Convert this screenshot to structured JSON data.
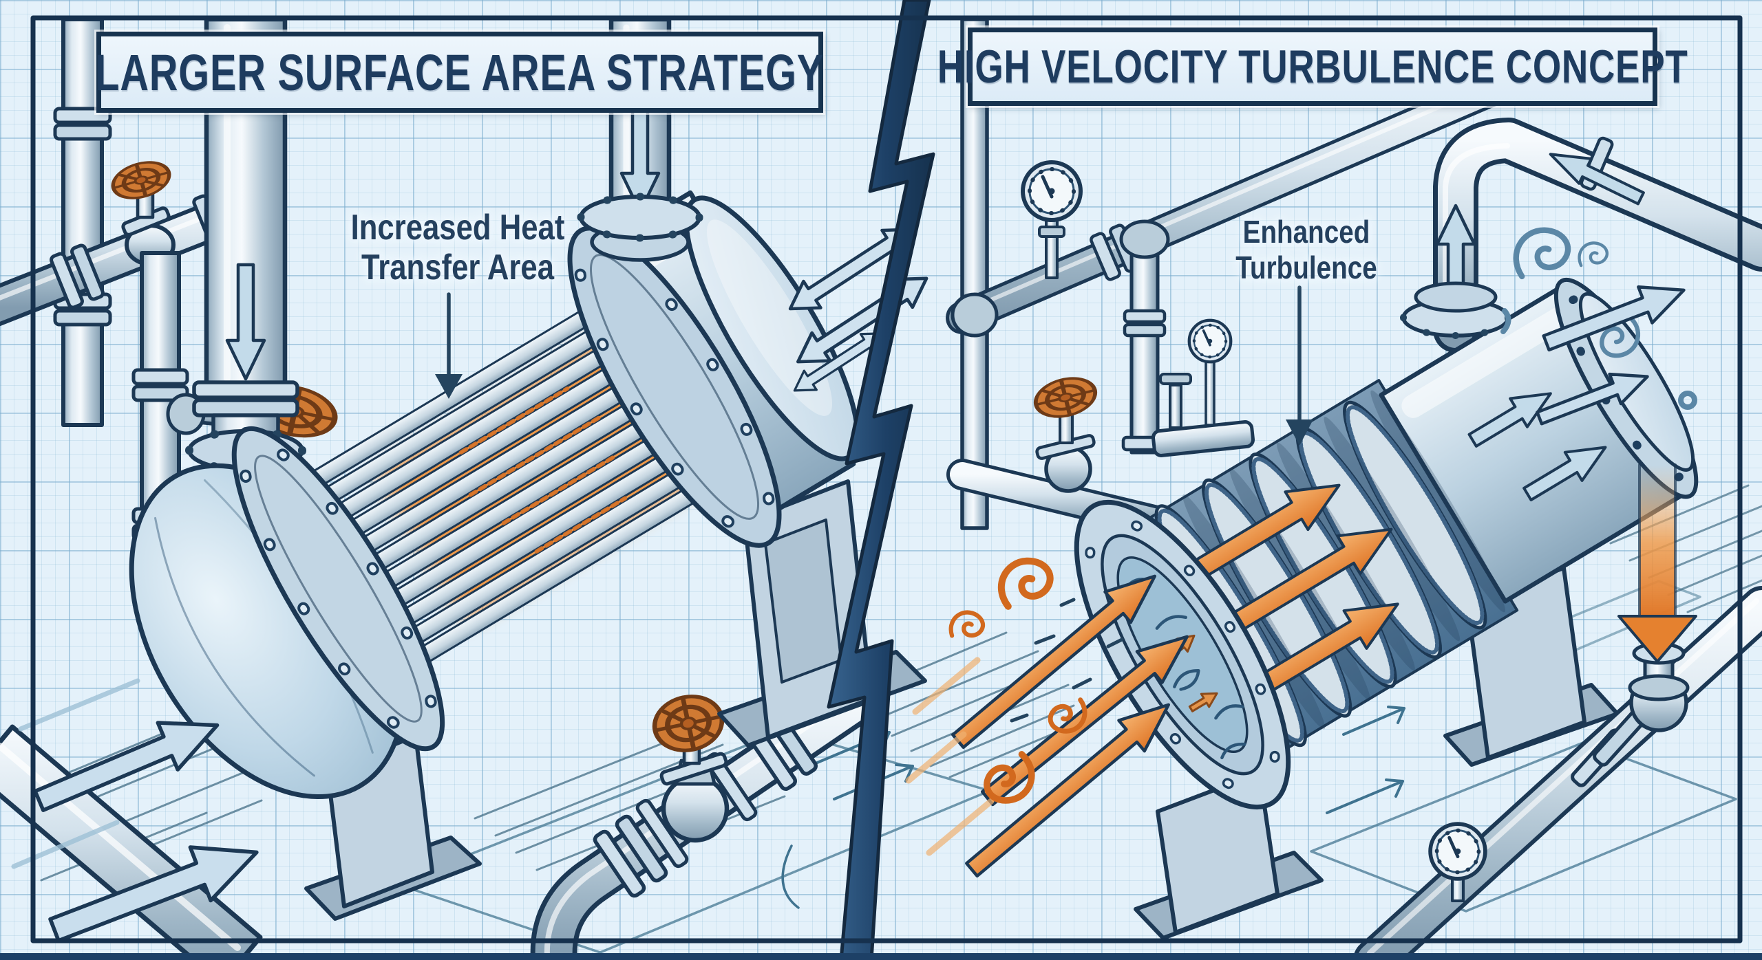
{
  "left_panel": {
    "title": "LARGER SURFACE AREA STRATEGY",
    "annotation": {
      "line1": "Increased Heat",
      "line2": "Transfer Area"
    }
  },
  "right_panel": {
    "title": "HIGH VELOCITY TURBULENCE CONCEPT",
    "annotation": {
      "line1": "Enhanced",
      "line2": "Turbulence"
    }
  },
  "palette": {
    "paper": "#e4f1fa",
    "grid_minor": "#bcd7e8",
    "grid_major": "#9fc2da",
    "ink_navy": "#1c3854",
    "bolt_navy": "#1d4066",
    "steel_light": "#f4f9fc",
    "steel_mid": "#b9cdda",
    "steel_dark": "#8aa4b8",
    "accent_orange": "#e5812f",
    "handwheel_orange": "#d07a33",
    "tube_glow_orange": "#f09440",
    "flow_arrow_blue": "#c9deed",
    "ground_teal": "#4f7f99"
  }
}
